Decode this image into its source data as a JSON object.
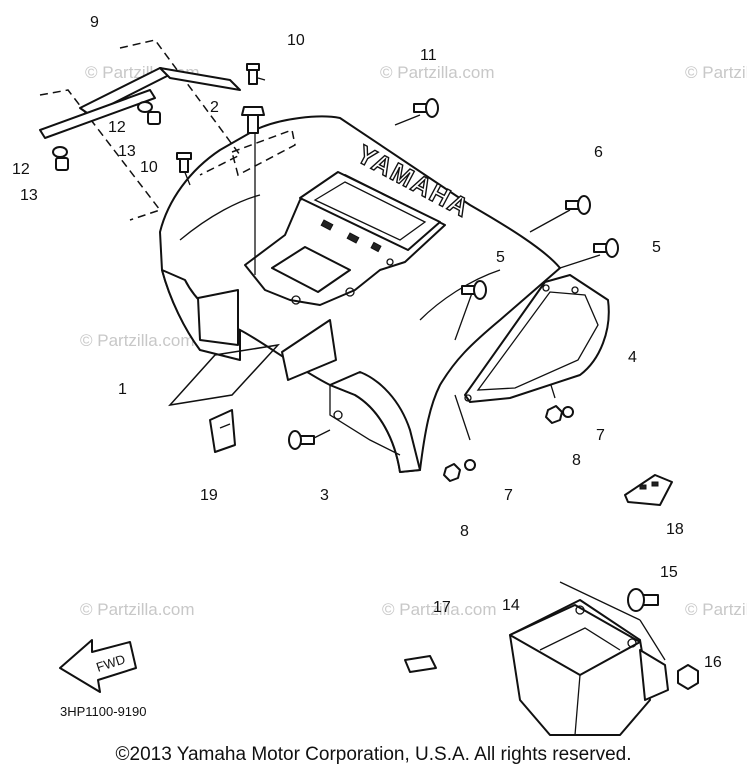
{
  "diagram": {
    "part_code": "3HP1100-9190",
    "brand_text": "YAMAHA",
    "fwd_label": "FWD",
    "watermark": "© Partzilla.com",
    "callouts": {
      "c1": "1",
      "c2": "2",
      "c3": "3",
      "c4": "4",
      "c5a": "5",
      "c5b": "5",
      "c6": "6",
      "c7a": "7",
      "c7b": "7",
      "c8a": "8",
      "c8b": "8",
      "c9": "9",
      "c10a": "10",
      "c10b": "10",
      "c11": "11",
      "c12a": "12",
      "c12b": "12",
      "c13a": "13",
      "c13b": "13",
      "c14": "14",
      "c15": "15",
      "c16": "16",
      "c17": "17",
      "c18": "18",
      "c19": "19"
    }
  },
  "footer": {
    "copyright": "©2013  Yamaha Motor Corporation, U.S.A. All rights reserved."
  },
  "colors": {
    "line": "#111111",
    "watermark": "#c8c8c8",
    "background": "#ffffff"
  }
}
